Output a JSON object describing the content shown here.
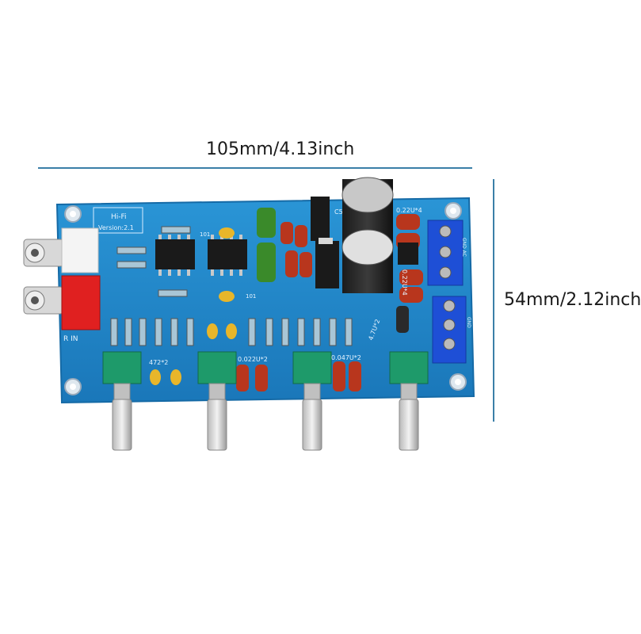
{
  "dimensions": {
    "width": "105mm/4.13inch",
    "height": "54mm/2.12inch"
  },
  "board": {
    "title": "Hi-Fi",
    "version": "Version:2.1",
    "input_label": "R IN",
    "ic_labels": [
      "101",
      "101"
    ],
    "cap_labels": [
      "472*2",
      "0.022U*2",
      "0.047U*2",
      "4.7U*2",
      "0.22U*4",
      "0.22U*4"
    ],
    "electrolytic_label": "C5",
    "connector_labels": [
      "GND AC",
      "GND"
    ],
    "colors": {
      "pcb": "#1f86c8",
      "pcb_edge": "#156aa6",
      "terminal": "#1e4fd6",
      "pot": "#1e9a6a",
      "rca_white": "#f4f4f4",
      "rca_red": "#e02020",
      "cap_red": "#b8361d",
      "cap_yellow": "#e8b62a"
    }
  }
}
